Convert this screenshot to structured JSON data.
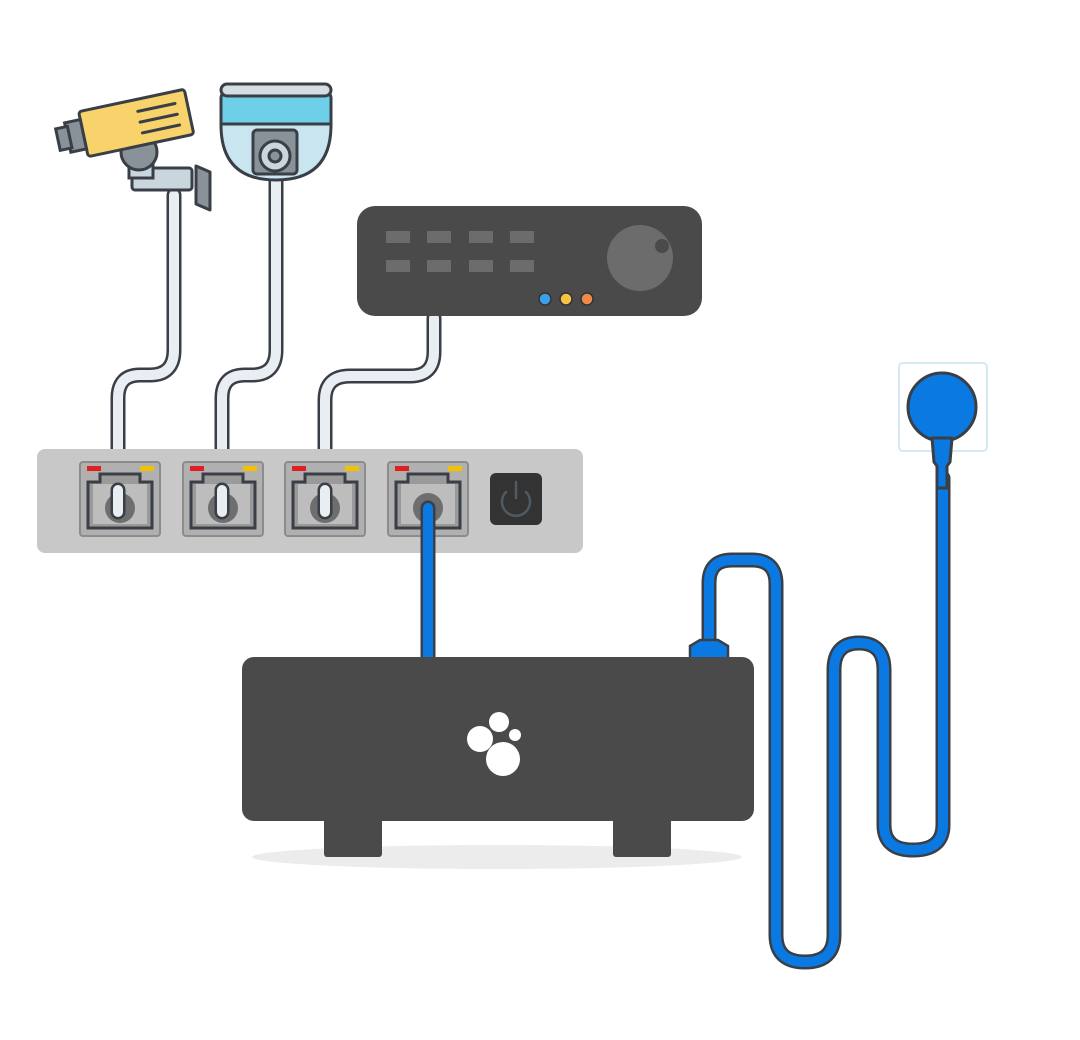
{
  "diagram": {
    "kind": "network-setup-illustration",
    "devices": [
      {
        "name": "bullet-camera",
        "icon": "bullet-camera-icon",
        "color": "#f8d36b"
      },
      {
        "name": "dome-camera",
        "icon": "dome-camera-icon",
        "color": "#bfe4f0"
      },
      {
        "name": "recorder",
        "icon": "recorder-icon",
        "color": "#4a4a4a"
      },
      {
        "name": "network-switch",
        "icon": "network-switch-icon",
        "color": "#c8c8c8"
      },
      {
        "name": "home-server",
        "icon": "home-server-icon",
        "color": "#4a4a4a"
      },
      {
        "name": "wall-outlet",
        "icon": "wall-outlet-icon",
        "color": "#0a7ae2"
      }
    ],
    "switch_ports": 4,
    "connections": [
      {
        "from": "bullet-camera",
        "to": "switch-port-1",
        "cable": "ethernet"
      },
      {
        "from": "dome-camera",
        "to": "switch-port-2",
        "cable": "ethernet"
      },
      {
        "from": "recorder",
        "to": "switch-port-3",
        "cable": "ethernet"
      },
      {
        "from": "switch-port-4",
        "to": "home-server",
        "cable": "ethernet"
      },
      {
        "from": "home-server",
        "to": "wall-outlet",
        "cable": "power"
      }
    ],
    "colors": {
      "cable_gray": "#e8eef2",
      "cable_blue": "#0a7ae2",
      "outline": "#3a3f47",
      "led_red": "#e02020",
      "led_yellow": "#f2c200",
      "recorder_led_blue": "#3aa0e6",
      "recorder_led_yellow": "#f6c343",
      "recorder_led_orange": "#f08a4b"
    }
  }
}
